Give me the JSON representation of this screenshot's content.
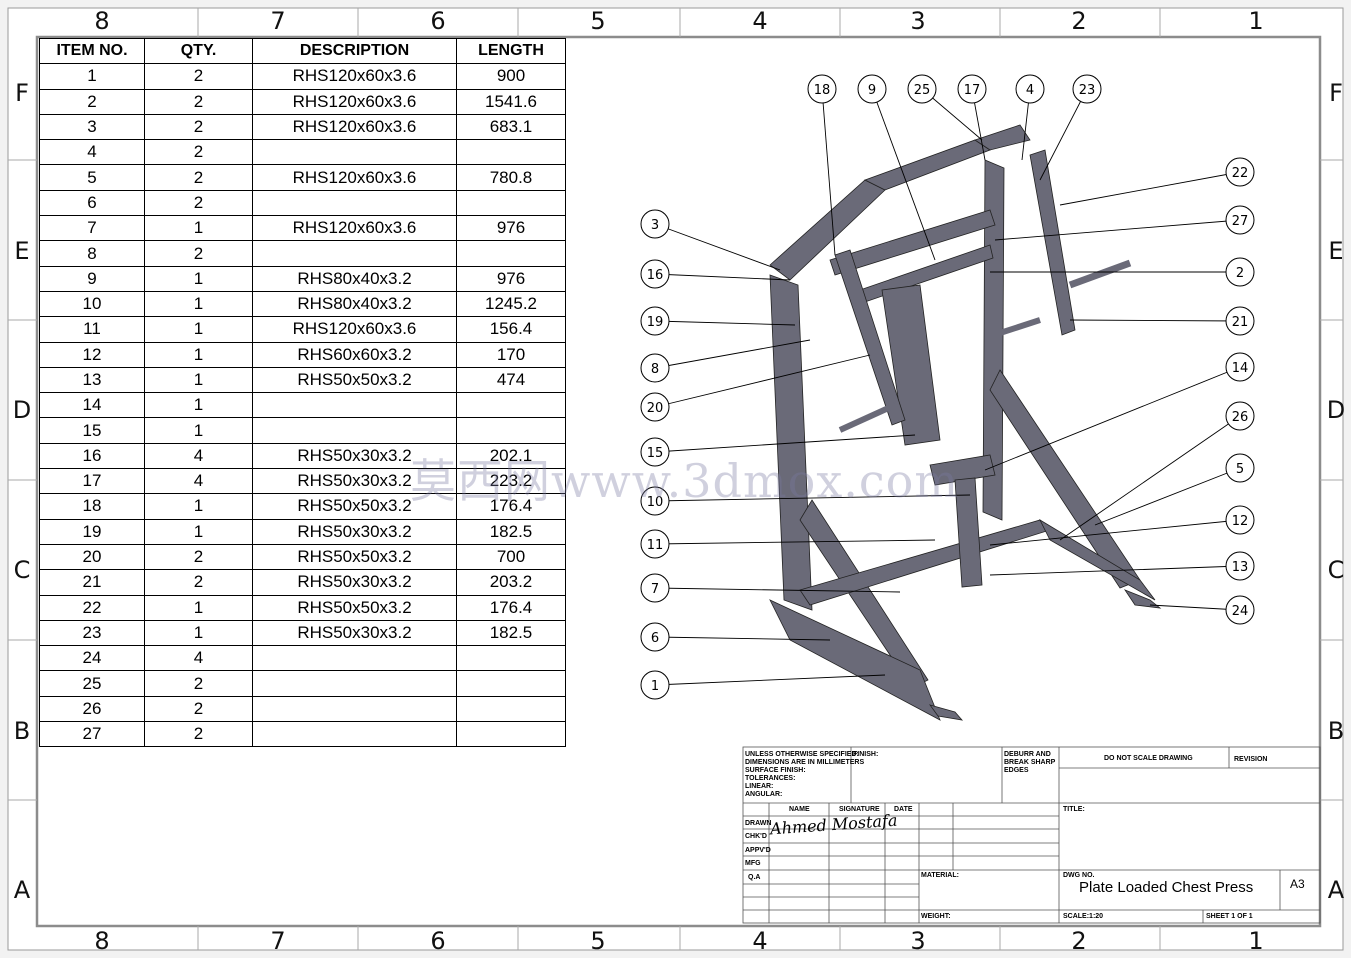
{
  "zones": {
    "columns": [
      "8",
      "7",
      "6",
      "5",
      "4",
      "3",
      "2",
      "1"
    ],
    "rows": [
      "F",
      "E",
      "D",
      "C",
      "B",
      "A"
    ]
  },
  "bom": {
    "headers": [
      "ITEM NO.",
      "QTY.",
      "DESCRIPTION",
      "LENGTH"
    ],
    "rows": [
      [
        "1",
        "2",
        "RHS120x60x3.6",
        "900"
      ],
      [
        "2",
        "2",
        "RHS120x60x3.6",
        "1541.6"
      ],
      [
        "3",
        "2",
        "RHS120x60x3.6",
        "683.1"
      ],
      [
        "4",
        "2",
        "",
        ""
      ],
      [
        "5",
        "2",
        "RHS120x60x3.6",
        "780.8"
      ],
      [
        "6",
        "2",
        "",
        ""
      ],
      [
        "7",
        "1",
        "RHS120x60x3.6",
        "976"
      ],
      [
        "8",
        "2",
        "",
        ""
      ],
      [
        "9",
        "1",
        "RHS80x40x3.2",
        "976"
      ],
      [
        "10",
        "1",
        "RHS80x40x3.2",
        "1245.2"
      ],
      [
        "11",
        "1",
        "RHS120x60x3.6",
        "156.4"
      ],
      [
        "12",
        "1",
        "RHS60x60x3.2",
        "170"
      ],
      [
        "13",
        "1",
        "RHS50x50x3.2",
        "474"
      ],
      [
        "14",
        "1",
        "",
        ""
      ],
      [
        "15",
        "1",
        "",
        ""
      ],
      [
        "16",
        "4",
        "RHS50x30x3.2",
        "202.1"
      ],
      [
        "17",
        "4",
        "RHS50x30x3.2",
        "223.2"
      ],
      [
        "18",
        "1",
        "RHS50x50x3.2",
        "176.4"
      ],
      [
        "19",
        "1",
        "RHS50x30x3.2",
        "182.5"
      ],
      [
        "20",
        "2",
        "RHS50x50x3.2",
        "700"
      ],
      [
        "21",
        "2",
        "RHS50x30x3.2",
        "203.2"
      ],
      [
        "22",
        "1",
        "RHS50x50x3.2",
        "176.4"
      ],
      [
        "23",
        "1",
        "RHS50x30x3.2",
        "182.5"
      ],
      [
        "24",
        "4",
        "",
        ""
      ],
      [
        "25",
        "2",
        "",
        ""
      ],
      [
        "26",
        "2",
        "",
        ""
      ],
      [
        "27",
        "2",
        "",
        ""
      ]
    ]
  },
  "balloons": {
    "top": [
      "18",
      "9",
      "25",
      "17",
      "4",
      "23"
    ],
    "left": [
      "3",
      "16",
      "19",
      "8",
      "20",
      "15",
      "10",
      "11",
      "7",
      "6",
      "1"
    ],
    "right": [
      "22",
      "27",
      "2",
      "21",
      "14",
      "26",
      "5",
      "12",
      "13",
      "24"
    ]
  },
  "title_block": {
    "tolerances": "UNLESS OTHERWISE SPECIFIED:\nDIMENSIONS ARE IN MILLIMETERS\nSURFACE FINISH:\nTOLERANCES:\n   LINEAR:\n   ANGULAR:",
    "finish": "FINISH:",
    "deburr": "DEBURR AND\nBREAK SHARP\nEDGES",
    "do_not_scale": "DO NOT SCALE DRAWING",
    "revision": "REVISION",
    "col_name": "NAME",
    "col_signature": "SIGNATURE",
    "col_date": "DATE",
    "drawn": "DRAWN",
    "chkd": "CHK'D",
    "appvd": "APPV'D",
    "mfg": "MFG",
    "qa": "Q.A",
    "title_label": "TITLE:",
    "material": "MATERIAL:",
    "weight": "WEIGHT:",
    "dwg_no_label": "DWG NO.",
    "dwg_title": "Plate Loaded Chest Press",
    "size": "A3",
    "scale": "SCALE:1:20",
    "sheet": "SHEET 1 OF 1",
    "drawn_by": "Ahmed Mostafa"
  },
  "watermark": "莫西网www.3dmox.com",
  "colors": {
    "frame_gray": "#8c8c8c",
    "steel": "#6a6a78",
    "paper": "#ffffff"
  }
}
